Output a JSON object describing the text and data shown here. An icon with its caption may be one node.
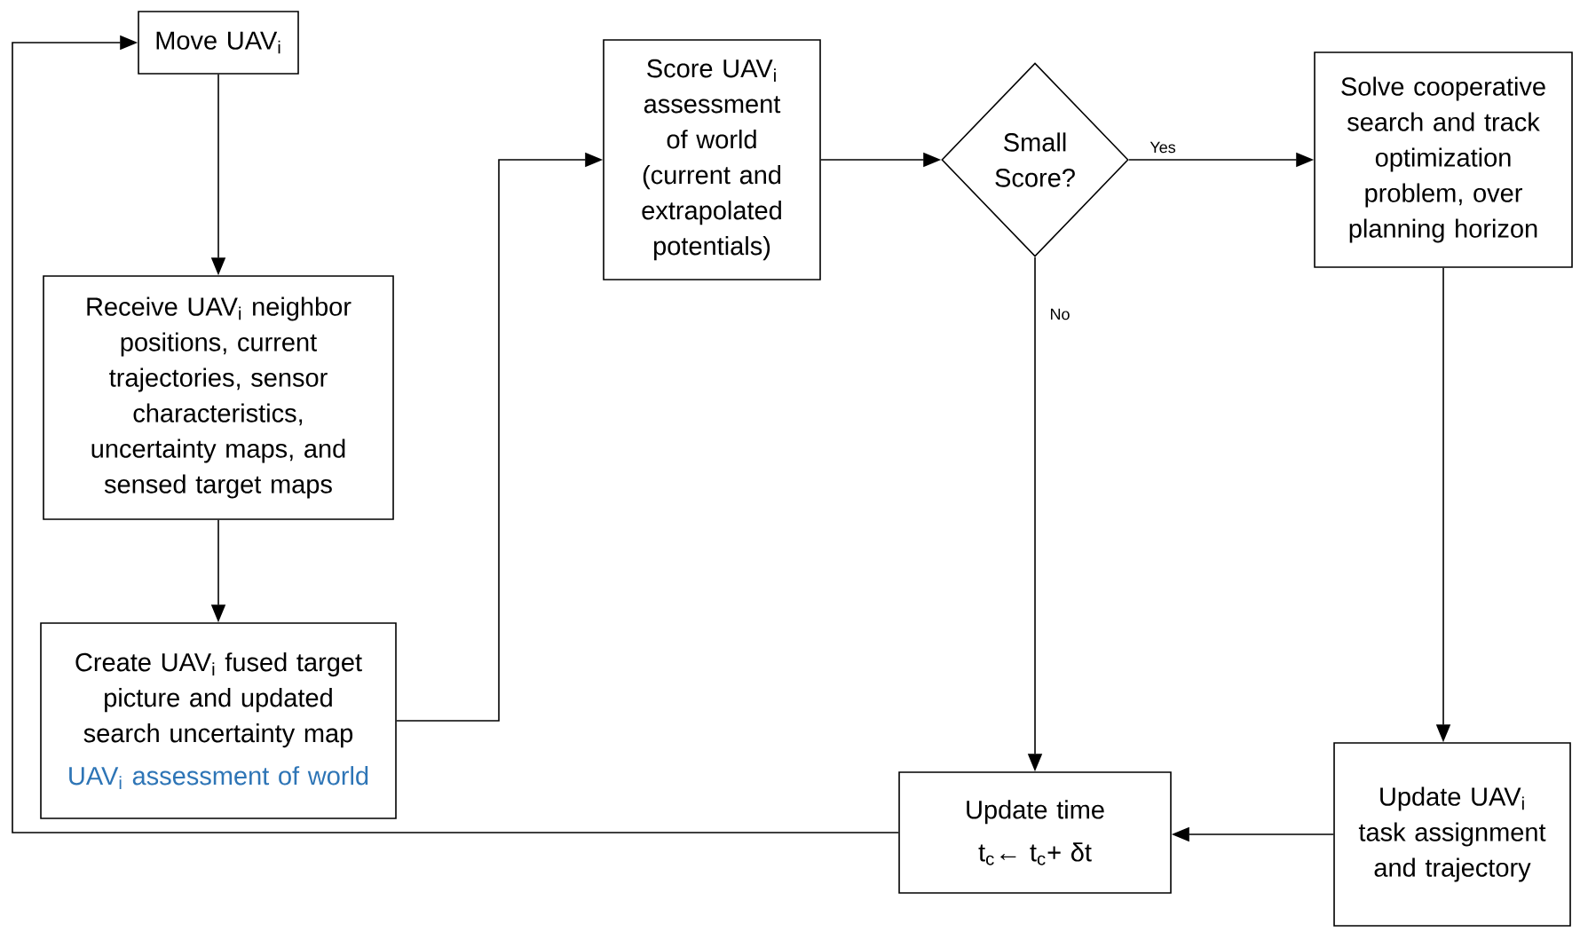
{
  "diagram": {
    "nodes": [
      {
        "text": [
          "Move UAV$_{i}$"
        ]
      },
      {
        "text": [
          "Receive UAV$_{i}$ neighbor positions, current trajectories, sensor characteristics, uncertainty maps, and sensed target maps"
        ]
      },
      {
        "text": [
          "Create UAV$_{i}$ fused target picture and updated search uncertainty map",
          "UAV$_{i}$ assessment of world"
        ]
      },
      {
        "text": [
          "Score UAV$_{i}$ assessment of world (current and extrapolated potentials)"
        ]
      },
      {
        "text": [
          "Small Score?"
        ]
      },
      {
        "text": [
          "Solve cooperative search and track optimization problem, over planning horizon"
        ]
      },
      {
        "text": [
          "Update UAV$_{i}$ task assignment and trajectory"
        ]
      },
      {
        "text": [
          "Update time",
          "t$_{c}$← t$_{c}$+ δt"
        ]
      }
    ],
    "edges": [
      {
        "from": 0,
        "to": 1,
        "arrow": "to"
      },
      {
        "from": 1,
        "to": 2,
        "arrow": "to"
      },
      {
        "from": 2,
        "to": 3,
        "arrow": "to"
      },
      {
        "from": 3,
        "to": 4,
        "arrow": "to"
      },
      {
        "from": 4,
        "to": 5,
        "arrow": "to",
        "label": "Yes"
      },
      {
        "from": 4,
        "to": 7,
        "arrow": "to",
        "label": "No"
      },
      {
        "from": 5,
        "to": 6,
        "arrow": "to"
      },
      {
        "from": 6,
        "to": 7,
        "arrow": "to"
      },
      {
        "from": 7,
        "to": 0,
        "arrow": "to"
      }
    ]
  }
}
